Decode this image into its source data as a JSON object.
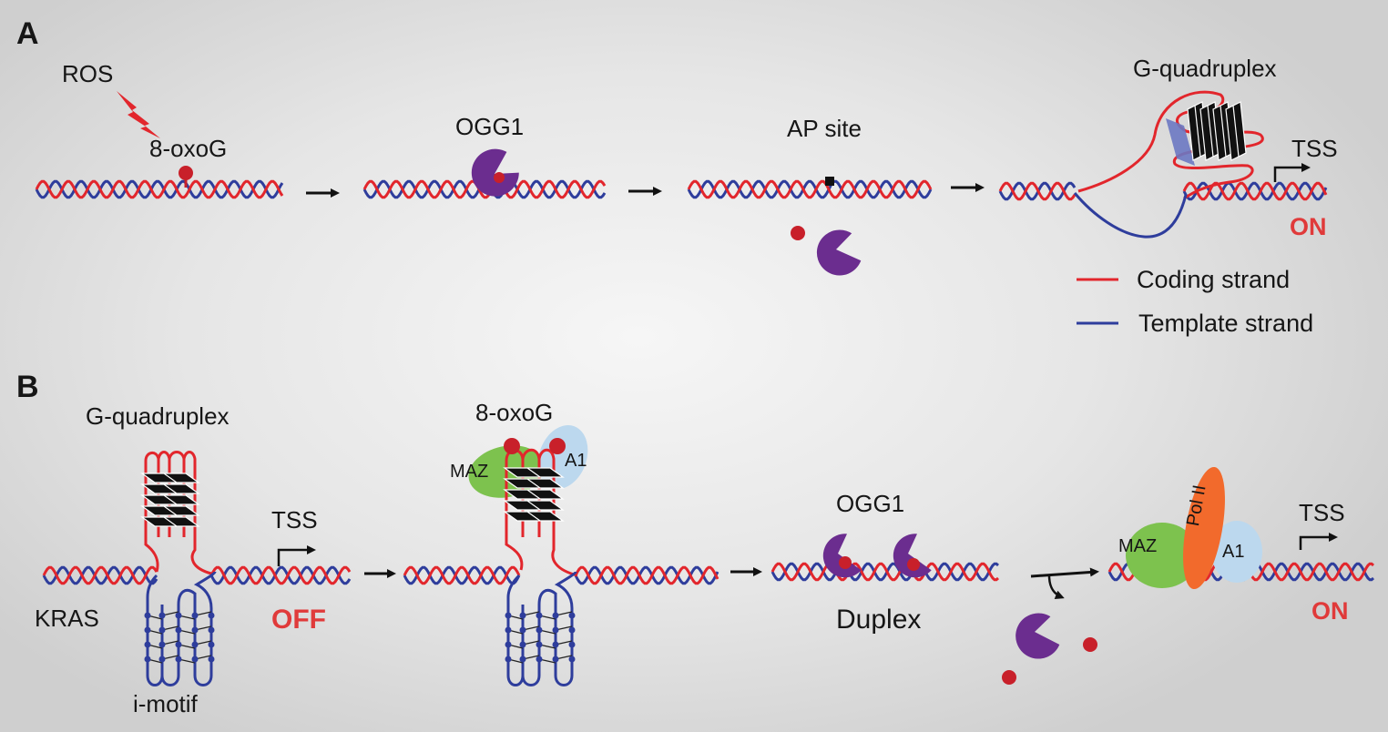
{
  "colors": {
    "coding_strand": "#e2262c",
    "template_strand": "#2e3d9c",
    "oxog": "#c8202a",
    "ogg1": "#6b2d8f",
    "maz": "#7dc24e",
    "a1": "#bcd8ee",
    "pol2": "#f26a2c",
    "on_off": "#e03a3a"
  },
  "panel_a": {
    "label": "A",
    "ros": "ROS",
    "oxog": "8-oxoG",
    "ogg1": "OGG1",
    "ap_site": "AP site",
    "gq": "G-quadruplex",
    "tss": "TSS",
    "on": "ON",
    "legend": {
      "coding": "Coding strand",
      "template": "Template strand"
    }
  },
  "panel_b": {
    "label": "B",
    "gq": "G-quadruplex",
    "tss1": "TSS",
    "kras": "KRAS",
    "off": "OFF",
    "imotif": "i-motif",
    "oxog": "8-oxoG",
    "maz1": "MAZ",
    "a1_1": "A1",
    "ogg1": "OGG1",
    "duplex": "Duplex",
    "maz2": "MAZ",
    "pol2": "Pol II",
    "a1_2": "A1",
    "tss2": "TSS",
    "on": "ON"
  }
}
